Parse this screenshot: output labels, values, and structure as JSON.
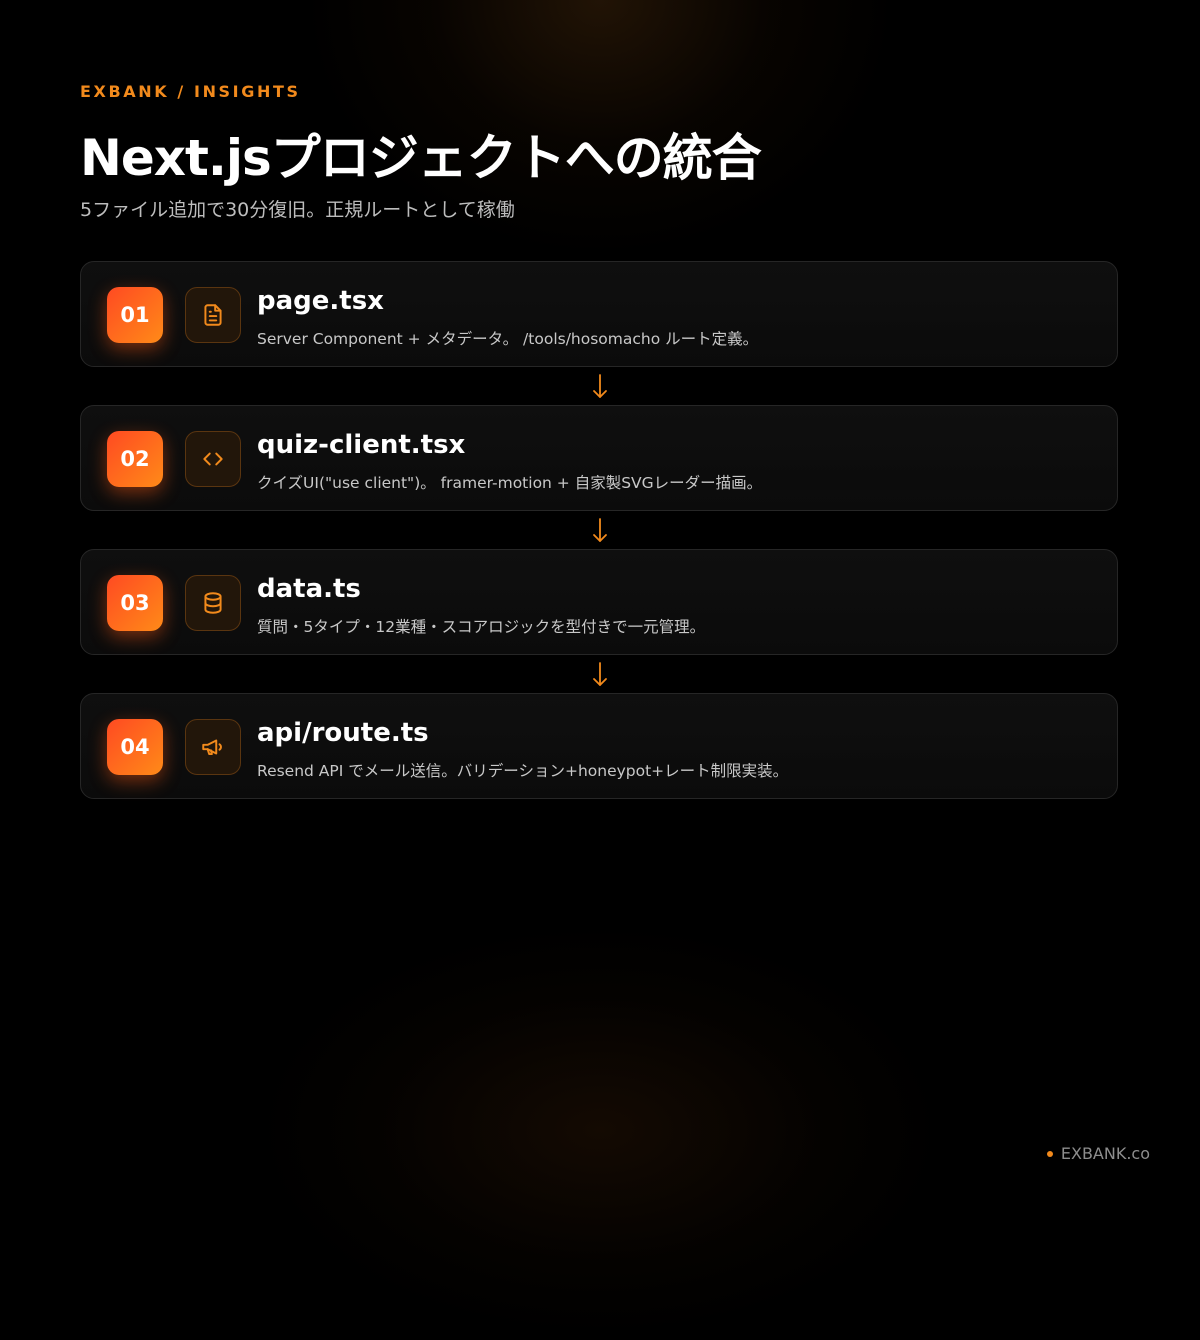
{
  "header": {
    "eyebrow": "EXBANK / INSIGHTS",
    "title": "Next.jsプロジェクトへの統合",
    "subtitle": "5ファイル追加で30分復旧。正規ルートとして稼働"
  },
  "steps": [
    {
      "number": "01",
      "icon": "file-text-icon",
      "title": "page.tsx",
      "description": "Server Component + メタデータ。 /tools/hosomacho ルート定義。"
    },
    {
      "number": "02",
      "icon": "code-icon",
      "title": "quiz-client.tsx",
      "description": "クイズUI(\"use client\")。 framer-motion + 自家製SVGレーダー描画。"
    },
    {
      "number": "03",
      "icon": "database-icon",
      "title": "data.ts",
      "description": "質問・5タイプ・12業種・スコアロジックを型付きで一元管理。"
    },
    {
      "number": "04",
      "icon": "megaphone-icon",
      "title": "api/route.ts",
      "description": "Resend API でメール送信。バリデーション+honeypot+レート制限実装。"
    }
  ],
  "footer": {
    "brand": "EXBANK.co"
  },
  "colors": {
    "accent": "#f28a1c",
    "badge_gradient_start": "#ff4a22",
    "badge_gradient_end": "#ff8a18",
    "background": "#000000"
  }
}
